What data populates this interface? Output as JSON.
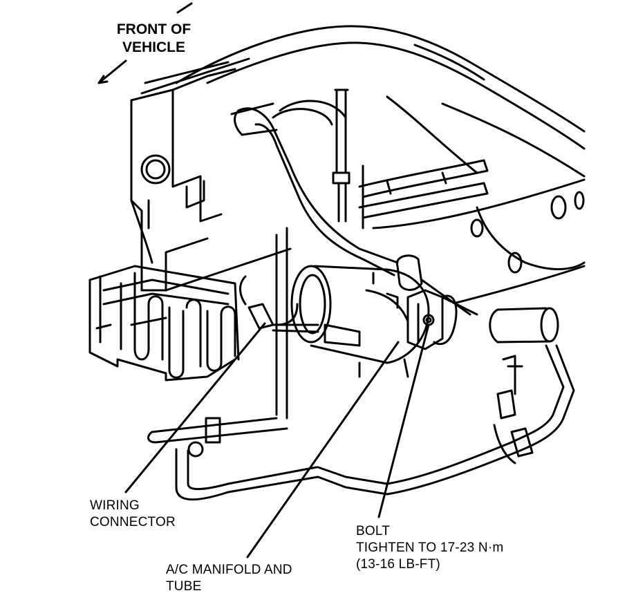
{
  "orientation": {
    "line1": "FRONT OF",
    "line2": "VEHICLE"
  },
  "callouts": {
    "wiring": {
      "line1": "WIRING",
      "line2": "CONNECTOR"
    },
    "manifold": {
      "line1": "A/C MANIFOLD AND",
      "line2": "TUBE"
    },
    "bolt": {
      "line1": "BOLT",
      "line2": "TIGHTEN TO 17-23 N·m",
      "line3": "(13-16 LB-FT)"
    }
  },
  "colors": {
    "ink": "#000000",
    "paper": "#ffffff"
  }
}
